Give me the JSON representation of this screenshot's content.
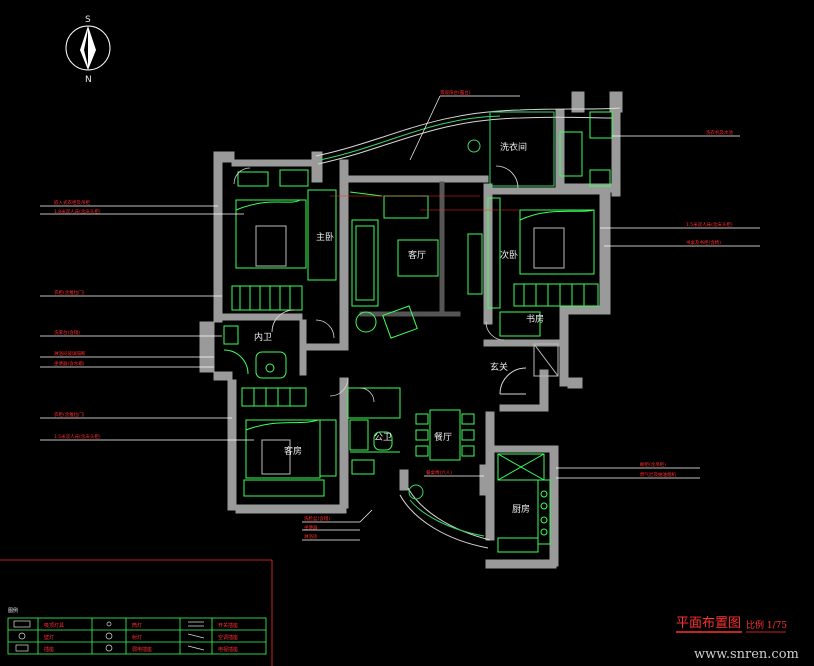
{
  "compass": {
    "north": "N",
    "south": "S"
  },
  "rooms": {
    "living": "客厅",
    "master": "主卧",
    "second": "次卧",
    "study": "书房",
    "inner_bath": "内卫",
    "guest": "客房",
    "dining": "餐厅",
    "public_bath": "公卫",
    "kitchen": "厨房",
    "foyer": "玄关",
    "laundry": "洗衣间"
  },
  "annotations": {
    "left": [
      "嵌入式衣柜及吊柜",
      "1.8米双人床(含床头柜)",
      "衣柜(含推拉门)",
      "洗漱台(含镜)",
      "淋浴间玻璃隔断",
      "坐便器(含水箱)",
      "衣柜(含推拉门)",
      "1.5米双人床(含床头柜)"
    ],
    "right": [
      "1.5米双人床(含床头柜)",
      "书桌及书柜(含椅)"
    ],
    "bottom": [
      "洗脸盆(含镜)",
      "坐便器",
      "淋浴房"
    ],
    "kitchen": [
      "橱柜(含吊柜)",
      "燃气灶及抽油烟机"
    ],
    "balcony": "景观阳台(露台)",
    "laundry_note": "洗衣机及水池",
    "dining_note": "餐桌椅(六人)"
  },
  "legend": {
    "title": "图例",
    "rows": [
      [
        "吸顶灯具",
        "筒灯",
        "开关插座"
      ],
      [
        "壁灯",
        "射灯",
        "空调插座"
      ],
      [
        "插座",
        "弱电插座",
        "电视插座"
      ]
    ]
  },
  "title_block": {
    "title": "平面布置图",
    "scale": "比例 1/75"
  },
  "watermark": "www.snren.com"
}
